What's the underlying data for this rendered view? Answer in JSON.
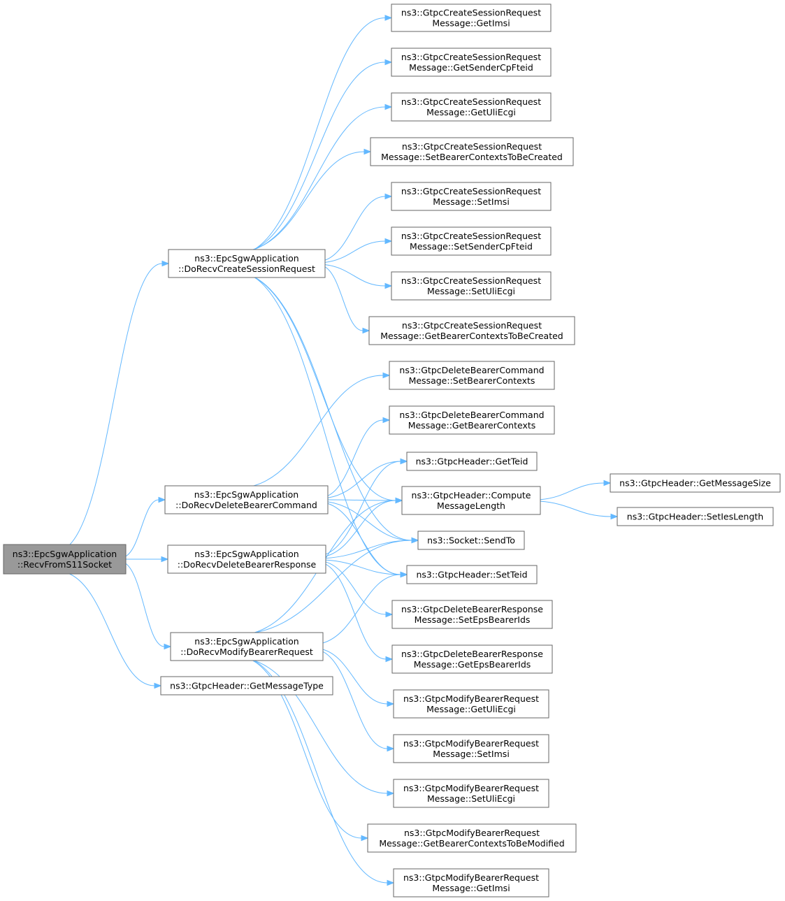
{
  "graph": {
    "type": "call-graph",
    "root": "root",
    "nodes": {
      "root": {
        "lines": [
          "ns3::EpcSgwApplication",
          "::RecvFromS11Socket"
        ],
        "current": true
      },
      "dcsr": {
        "lines": [
          "ns3::EpcSgwApplication",
          "::DoRecvCreateSessionRequest"
        ]
      },
      "ddbc": {
        "lines": [
          "ns3::EpcSgwApplication",
          "::DoRecvDeleteBearerCommand"
        ]
      },
      "ddbr": {
        "lines": [
          "ns3::EpcSgwApplication",
          "::DoRecvDeleteBearerResponse"
        ]
      },
      "dmbr": {
        "lines": [
          "ns3::EpcSgwApplication",
          "::DoRecvModifyBearerRequest"
        ]
      },
      "gmt": {
        "lines": [
          "ns3::GtpcHeader::GetMessageType"
        ]
      },
      "c1": {
        "lines": [
          "ns3::GtpcCreateSessionRequest",
          "Message::GetImsi"
        ]
      },
      "c2": {
        "lines": [
          "ns3::GtpcCreateSessionRequest",
          "Message::GetSenderCpFteid"
        ]
      },
      "c3": {
        "lines": [
          "ns3::GtpcCreateSessionRequest",
          "Message::GetUliEcgi"
        ]
      },
      "c4": {
        "lines": [
          "ns3::GtpcCreateSessionRequest",
          "Message::SetBearerContextsToBeCreated"
        ]
      },
      "c5": {
        "lines": [
          "ns3::GtpcCreateSessionRequest",
          "Message::SetImsi"
        ]
      },
      "c6": {
        "lines": [
          "ns3::GtpcCreateSessionRequest",
          "Message::SetSenderCpFteid"
        ]
      },
      "c7": {
        "lines": [
          "ns3::GtpcCreateSessionRequest",
          "Message::SetUliEcgi"
        ]
      },
      "c8": {
        "lines": [
          "ns3::GtpcCreateSessionRequest",
          "Message::GetBearerContextsToBeCreated"
        ]
      },
      "d1": {
        "lines": [
          "ns3::GtpcDeleteBearerCommand",
          "Message::SetBearerContexts"
        ]
      },
      "d2": {
        "lines": [
          "ns3::GtpcDeleteBearerCommand",
          "Message::GetBearerContexts"
        ]
      },
      "gteid": {
        "lines": [
          "ns3::GtpcHeader::GetTeid"
        ]
      },
      "cml": {
        "lines": [
          "ns3::GtpcHeader::Compute",
          "MessageLength"
        ]
      },
      "send": {
        "lines": [
          "ns3::Socket::SendTo"
        ]
      },
      "steid": {
        "lines": [
          "ns3::GtpcHeader::SetTeid"
        ]
      },
      "r1": {
        "lines": [
          "ns3::GtpcDeleteBearerResponse",
          "Message::SetEpsBearerIds"
        ]
      },
      "r2": {
        "lines": [
          "ns3::GtpcDeleteBearerResponse",
          "Message::GetEpsBearerIds"
        ]
      },
      "m1": {
        "lines": [
          "ns3::GtpcModifyBearerRequest",
          "Message::GetUliEcgi"
        ]
      },
      "m2": {
        "lines": [
          "ns3::GtpcModifyBearerRequest",
          "Message::SetImsi"
        ]
      },
      "m3": {
        "lines": [
          "ns3::GtpcModifyBearerRequest",
          "Message::SetUliEcgi"
        ]
      },
      "m4": {
        "lines": [
          "ns3::GtpcModifyBearerRequest",
          "Message::GetBearerContextsToBeModified"
        ]
      },
      "m5": {
        "lines": [
          "ns3::GtpcModifyBearerRequest",
          "Message::GetImsi"
        ]
      },
      "gms": {
        "lines": [
          "ns3::GtpcHeader::GetMessageSize"
        ]
      },
      "sil": {
        "lines": [
          "ns3::GtpcHeader::SetIesLength"
        ]
      }
    },
    "edges": [
      [
        "root",
        "dcsr"
      ],
      [
        "root",
        "ddbc"
      ],
      [
        "root",
        "ddbr"
      ],
      [
        "root",
        "dmbr"
      ],
      [
        "root",
        "gmt"
      ],
      [
        "dcsr",
        "c1"
      ],
      [
        "dcsr",
        "c2"
      ],
      [
        "dcsr",
        "c3"
      ],
      [
        "dcsr",
        "c4"
      ],
      [
        "dcsr",
        "c5"
      ],
      [
        "dcsr",
        "c6"
      ],
      [
        "dcsr",
        "c7"
      ],
      [
        "dcsr",
        "c8"
      ],
      [
        "dcsr",
        "cml"
      ],
      [
        "dcsr",
        "send"
      ],
      [
        "dcsr",
        "steid"
      ],
      [
        "ddbc",
        "d1"
      ],
      [
        "ddbc",
        "d2"
      ],
      [
        "ddbc",
        "gteid"
      ],
      [
        "ddbc",
        "cml"
      ],
      [
        "ddbc",
        "send"
      ],
      [
        "ddbc",
        "steid"
      ],
      [
        "ddbr",
        "gteid"
      ],
      [
        "ddbr",
        "cml"
      ],
      [
        "ddbr",
        "send"
      ],
      [
        "ddbr",
        "steid"
      ],
      [
        "ddbr",
        "r1"
      ],
      [
        "ddbr",
        "r2"
      ],
      [
        "dmbr",
        "cml"
      ],
      [
        "dmbr",
        "send"
      ],
      [
        "dmbr",
        "steid"
      ],
      [
        "dmbr",
        "m1"
      ],
      [
        "dmbr",
        "m2"
      ],
      [
        "dmbr",
        "m3"
      ],
      [
        "dmbr",
        "m4"
      ],
      [
        "dmbr",
        "m5"
      ],
      [
        "cml",
        "gms"
      ],
      [
        "cml",
        "sil"
      ]
    ],
    "colors": {
      "edge": "#63b8ff",
      "node_border": "#666666",
      "current_fill": "#999999",
      "node_fill": "#ffffff"
    }
  }
}
